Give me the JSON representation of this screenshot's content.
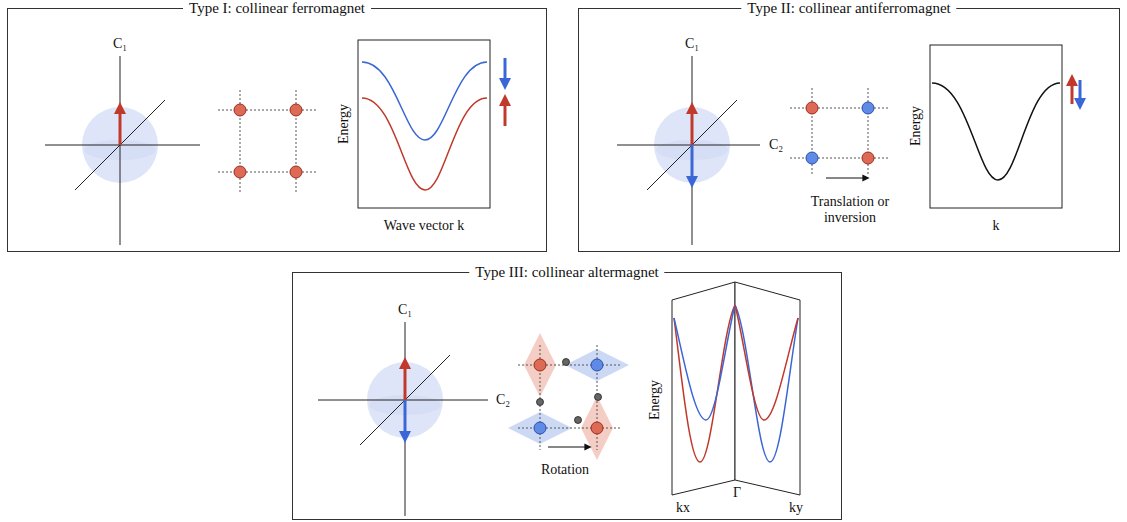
{
  "diagram": {
    "nodes": [
      {
        "text": [
          "Type I: collinear ferromagnet"
        ]
      },
      {
        "text": [
          "Type II: collinear antiferromagnet"
        ]
      },
      {
        "text": [
          "Type III: collinear altermagnet"
        ]
      }
    ],
    "labels": [
      "C₁",
      "Energy",
      "Wave vector k",
      "C₁",
      "C₂",
      "Translation or inversion",
      "Energy",
      "k",
      "C₁",
      "C₂",
      "Rotation",
      "Energy",
      "kx",
      "Γ",
      "ky"
    ]
  }
}
